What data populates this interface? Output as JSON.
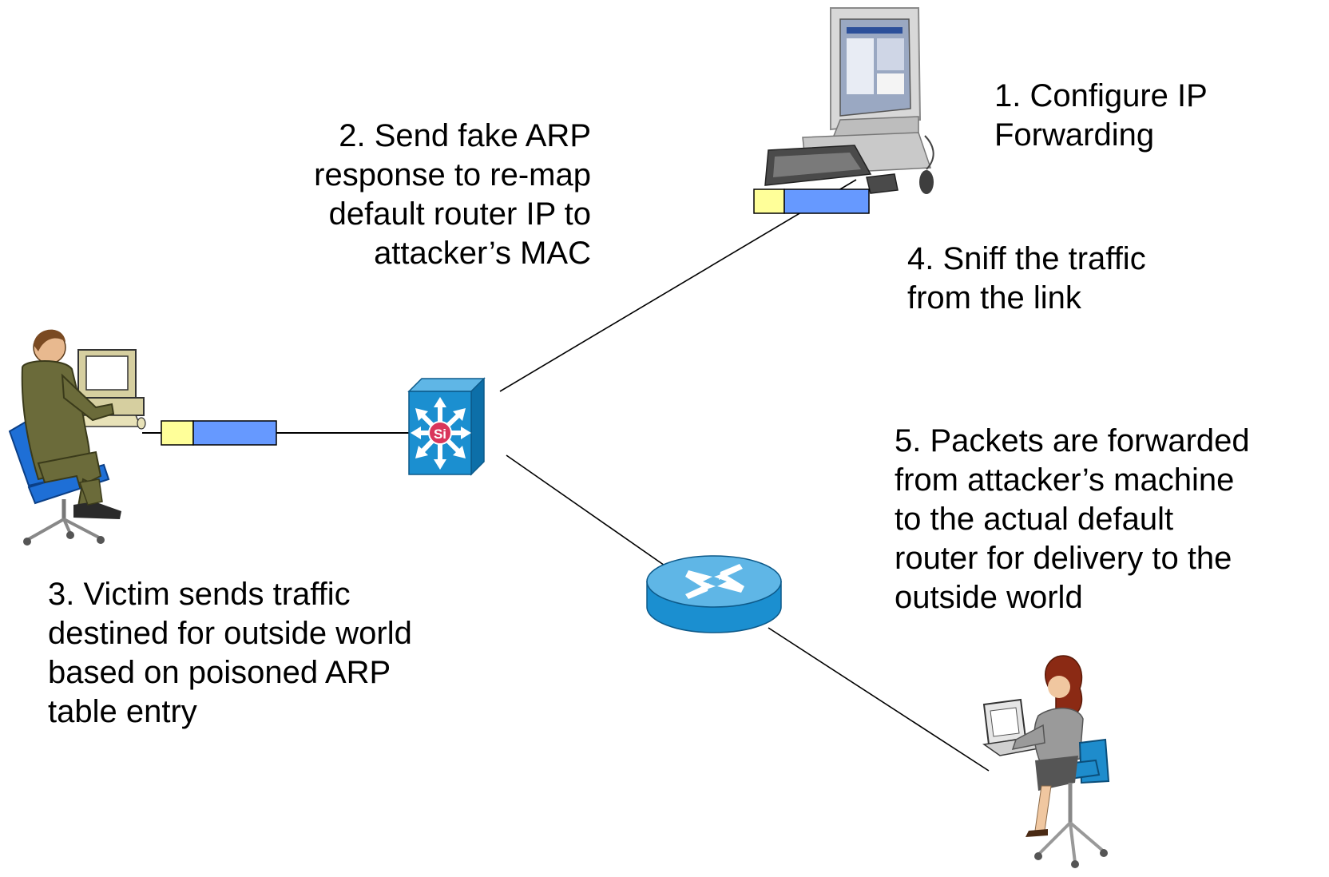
{
  "steps": {
    "step1": [
      "1. Configure IP",
      "Forwarding"
    ],
    "step2": [
      "2. Send fake ARP",
      "response to re-map",
      "default router IP to",
      "attacker’s MAC"
    ],
    "step3": [
      "3. Victim sends traffic",
      "destined for outside world",
      "based on poisoned ARP",
      "table entry"
    ],
    "step4": [
      "4. Sniff the traffic",
      "from the link"
    ],
    "step5": [
      "5. Packets are forwarded",
      "from attacker’s machine",
      "to the actual default",
      "router for delivery to the",
      "outside world"
    ]
  },
  "switch_badge": "Si",
  "colors": {
    "packet_header": "#ffff99",
    "packet_body": "#6699ff",
    "device_blue": "#1b8fd0",
    "switch_badge": "#d9365b"
  },
  "icons": [
    "workstation-icon",
    "victim-user-icon",
    "multilayer-switch-icon",
    "router-icon",
    "remote-user-icon",
    "arp-packet-icon"
  ]
}
